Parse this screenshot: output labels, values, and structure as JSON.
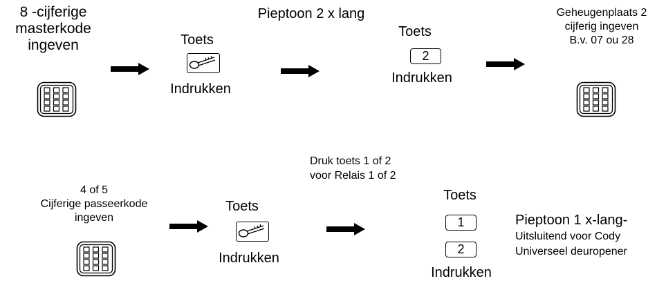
{
  "row1": {
    "step1_lines": [
      "8 -cijferige",
      "masterkode",
      "ingeven"
    ],
    "step2_top": "Toets",
    "step2_bottom": "Indrukken",
    "beep_top": "Pieptoon 2 x lang",
    "step3_top": "Toets",
    "step3_button": "2",
    "step3_bottom": "Indrukken",
    "step4_lines": [
      "Geheugenplaats 2",
      "cijferig ingeven",
      "B.v. 07 ou 28"
    ]
  },
  "row2": {
    "step1_lines": [
      "4 of 5",
      "Cijferige passeerkode",
      "ingeven"
    ],
    "step2_top": "Toets",
    "step2_bottom": "Indrukken",
    "relay_lines": [
      "Druk toets 1 of  2",
      "voor Relais 1 of 2"
    ],
    "step3_top": "Toets",
    "button_1": "1",
    "button_2": "2",
    "step3_bottom": "Indrukken",
    "result_lines": [
      "Pieptoon 1 x-lang-",
      "Uitsluitend voor Cody",
      "Universeel deuropener"
    ]
  },
  "icons": {
    "keypad": "keypad-icon",
    "key": "key-icon",
    "arrow": "right-arrow-icon"
  }
}
